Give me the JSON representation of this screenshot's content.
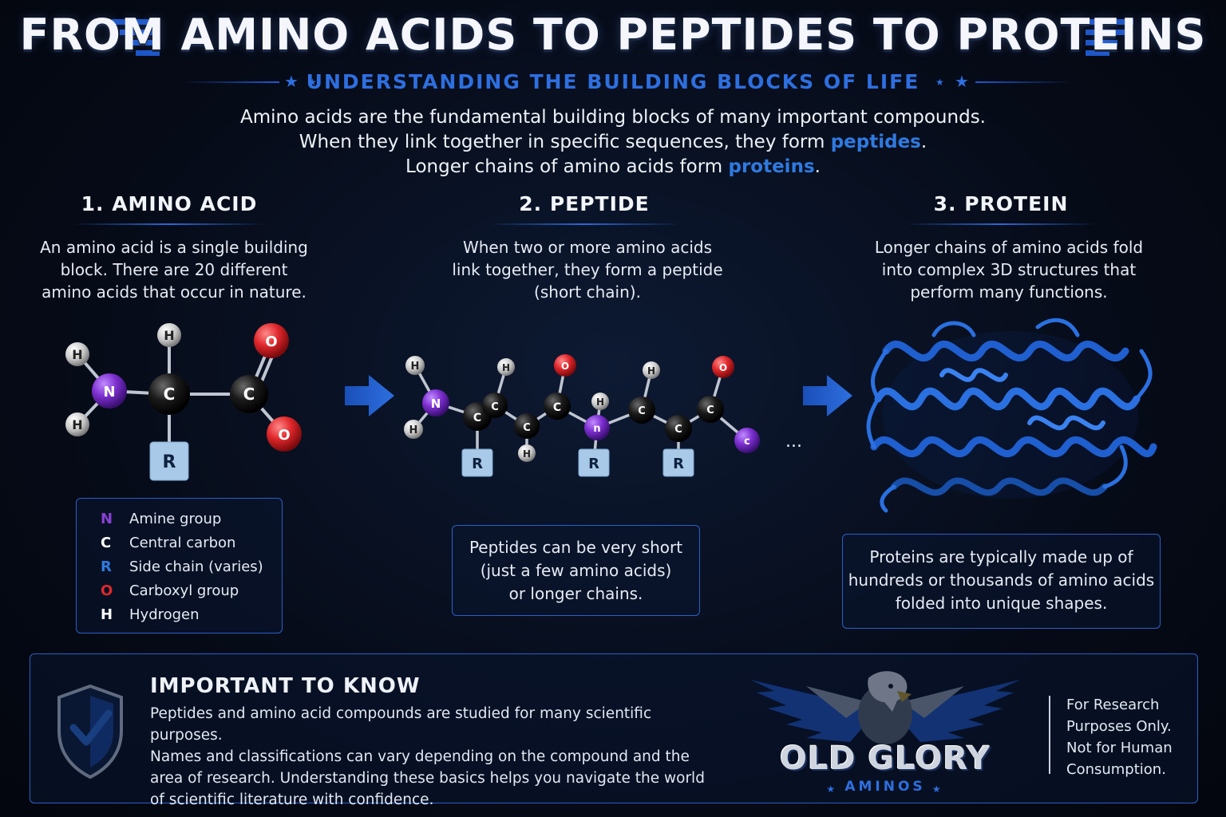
{
  "header": {
    "title": "FROM AMINO ACIDS TO PEPTIDES TO PROTEINS",
    "subtitle": "UNDERSTANDING THE BUILDING BLOCKS OF LIFE"
  },
  "intro": {
    "line1": "Amino acids are the fundamental building blocks of many important compounds.",
    "line2_pre": "When they link together in specific sequences, they form ",
    "line2_hl": "peptides",
    "line2_post": ".",
    "line3_pre": "Longer chains of amino acids form ",
    "line3_hl": "proteins",
    "line3_post": "."
  },
  "columns": [
    {
      "title": "1. AMINO ACID",
      "desc": [
        "An amino acid is a single building",
        "block. There are 20 different",
        "amino acids that occur in nature."
      ]
    },
    {
      "title": "2. PEPTIDE",
      "desc": [
        "When two or more amino acids",
        "link together, they form a peptide",
        "(short chain)."
      ]
    },
    {
      "title": "3. PROTEIN",
      "desc": [
        "Longer chains of amino acids fold",
        "into complex 3D structures that",
        "perform many functions."
      ]
    }
  ],
  "atoms": {
    "N": "N",
    "C": "C",
    "H": "H",
    "O": "O",
    "R": "R",
    "n": "n",
    "c": "c",
    "ellipsis": "..."
  },
  "legend": [
    {
      "letter": "N",
      "label": "Amine group",
      "color": "#8a3fd6"
    },
    {
      "letter": "C",
      "label": "Central carbon",
      "color": "#ffffff"
    },
    {
      "letter": "R",
      "label": "Side chain (varies)",
      "color": "#2f7ae0"
    },
    {
      "letter": "O",
      "label": "Carboxyl group",
      "color": "#e0272b"
    },
    {
      "letter": "H",
      "label": "Hydrogen",
      "color": "#ffffff"
    }
  ],
  "peptide_note": [
    "Peptides can be very short",
    "(just a few amino acids)",
    "or longer chains."
  ],
  "protein_note": [
    "Proteins are typically made up of",
    "hundreds or thousands of amino acids",
    "folded into unique shapes."
  ],
  "important": {
    "title": "IMPORTANT TO KNOW",
    "body": [
      "Peptides and amino acid compounds are studied for many scientific purposes.",
      "Names and classifications can vary depending on the compound and the",
      "area of research. Understanding these basics helps you navigate the world",
      "of scientific literature with confidence."
    ]
  },
  "brand": {
    "name": "OLD GLORY",
    "sub": "AMINOS"
  },
  "disclaimer": [
    "For Research",
    "Purposes Only.",
    "Not for Human",
    "Consumption."
  ],
  "colors": {
    "accent": "#2e6fe0",
    "nitrogen": "#7d2fd0",
    "oxygen": "#e0272b",
    "carbon": "#141414",
    "hydrogen": "#d9d9d9",
    "side_chain": "#a9c9e8",
    "protein_ribbon": "#1f5fcf"
  },
  "icons": {
    "shield": "shield-check-icon",
    "arrow": "arrow-right-icon",
    "eagle": "eagle-wings-logo"
  }
}
